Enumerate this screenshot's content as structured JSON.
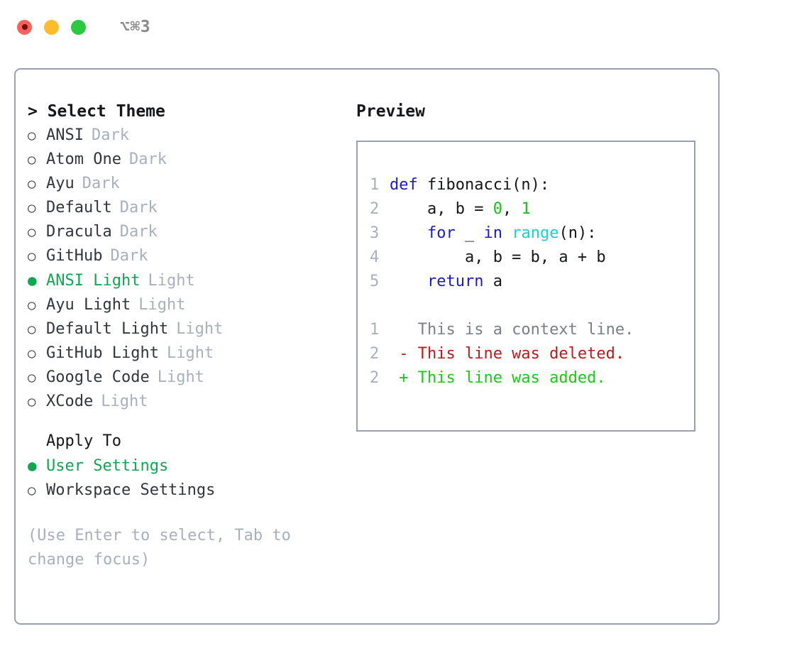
{
  "titlebar": {
    "title": "⌥⌘3",
    "lights": [
      {
        "name": "close",
        "color": "#fc6058"
      },
      {
        "name": "minimize",
        "color": "#fdbc2e"
      },
      {
        "name": "maximize",
        "color": "#2ac940"
      }
    ]
  },
  "theme_picker": {
    "heading": "> Select Theme",
    "bullet_selected": "●",
    "bullet_unselected": "○",
    "accent_color": "#0fa750",
    "items": [
      {
        "name": "ANSI",
        "variant": "Dark",
        "selected": false
      },
      {
        "name": "Atom One",
        "variant": "Dark",
        "selected": false
      },
      {
        "name": "Ayu",
        "variant": "Dark",
        "selected": false
      },
      {
        "name": "Default",
        "variant": "Dark",
        "selected": false
      },
      {
        "name": "Dracula",
        "variant": "Dark",
        "selected": false
      },
      {
        "name": "GitHub",
        "variant": "Dark",
        "selected": false
      },
      {
        "name": "ANSI Light",
        "variant": "Light",
        "selected": true
      },
      {
        "name": "Ayu Light",
        "variant": "Light",
        "selected": false
      },
      {
        "name": "Default Light",
        "variant": "Light",
        "selected": false
      },
      {
        "name": "GitHub Light",
        "variant": "Light",
        "selected": false
      },
      {
        "name": "Google Code",
        "variant": "Light",
        "selected": false
      },
      {
        "name": "XCode",
        "variant": "Light",
        "selected": false
      }
    ]
  },
  "apply_to": {
    "label": "Apply To",
    "items": [
      {
        "name": "User Settings",
        "selected": true
      },
      {
        "name": "Workspace Settings",
        "selected": false
      }
    ]
  },
  "hint": "(Use Enter to select, Tab to change focus)",
  "preview": {
    "title": "Preview",
    "code_lines": [
      {
        "number": "1",
        "tokens": [
          {
            "text": "def ",
            "kind": "kw"
          },
          {
            "text": "fibonacci(n):",
            "kind": "txt"
          }
        ]
      },
      {
        "number": "2",
        "tokens": [
          {
            "text": "    a, b = ",
            "kind": "txt"
          },
          {
            "text": "0",
            "kind": "num"
          },
          {
            "text": ", ",
            "kind": "txt"
          },
          {
            "text": "1",
            "kind": "num"
          }
        ]
      },
      {
        "number": "3",
        "tokens": [
          {
            "text": "    ",
            "kind": "txt"
          },
          {
            "text": "for",
            "kind": "kw"
          },
          {
            "text": " _ ",
            "kind": "txt"
          },
          {
            "text": "in",
            "kind": "kw"
          },
          {
            "text": " ",
            "kind": "txt"
          },
          {
            "text": "range",
            "kind": "fn"
          },
          {
            "text": "(n):",
            "kind": "txt"
          }
        ]
      },
      {
        "number": "4",
        "tokens": [
          {
            "text": "        a, b = b, a + b",
            "kind": "txt"
          }
        ]
      },
      {
        "number": "5",
        "tokens": [
          {
            "text": "    ",
            "kind": "txt"
          },
          {
            "text": "return",
            "kind": "kw"
          },
          {
            "text": " a",
            "kind": "txt"
          }
        ]
      }
    ],
    "diff_lines": [
      {
        "number": "1",
        "marker": "  ",
        "text": "This is a context line.",
        "kind": "ctx"
      },
      {
        "number": "2",
        "marker": "- ",
        "text": "This line was deleted.",
        "kind": "del"
      },
      {
        "number": "2",
        "marker": "+ ",
        "text": "This line was added.",
        "kind": "add"
      }
    ],
    "colors": {
      "keyword": "#1a1ad0",
      "function": "#16d3d3",
      "number": "#14c414",
      "text": "#15171b",
      "gutter": "#a8b0bd",
      "diff_context": "#7b7f87",
      "diff_deleted": "#c01818",
      "diff_added": "#13cc13",
      "border": "#96a0b0"
    }
  }
}
